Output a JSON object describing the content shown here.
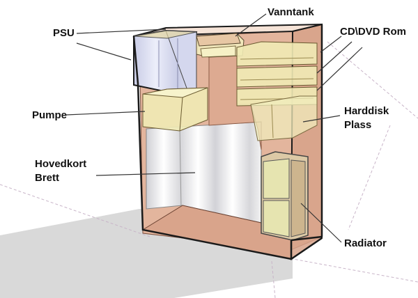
{
  "labels": {
    "psu": "PSU",
    "vanntank": "Vanntank",
    "cd_dvd": "CD\\DVD Rom",
    "pumpe": "Pumpe",
    "harddisk_line1": "Harddisk",
    "harddisk_line2": "Plass",
    "hovedkort_line1": "Hovedkort",
    "hovedkort_line2": "Brett",
    "radiator": "Radiator"
  },
  "colors": {
    "case_wood": "#e2b39b",
    "case_wood_dark": "#c89076",
    "component_yellow": "#f1eec0",
    "psu_blue": "#d9dcef",
    "motherboard_white": "#f4f4f6",
    "outline": "#1a1a1a",
    "floor_shadow": "#d8d8d8"
  }
}
